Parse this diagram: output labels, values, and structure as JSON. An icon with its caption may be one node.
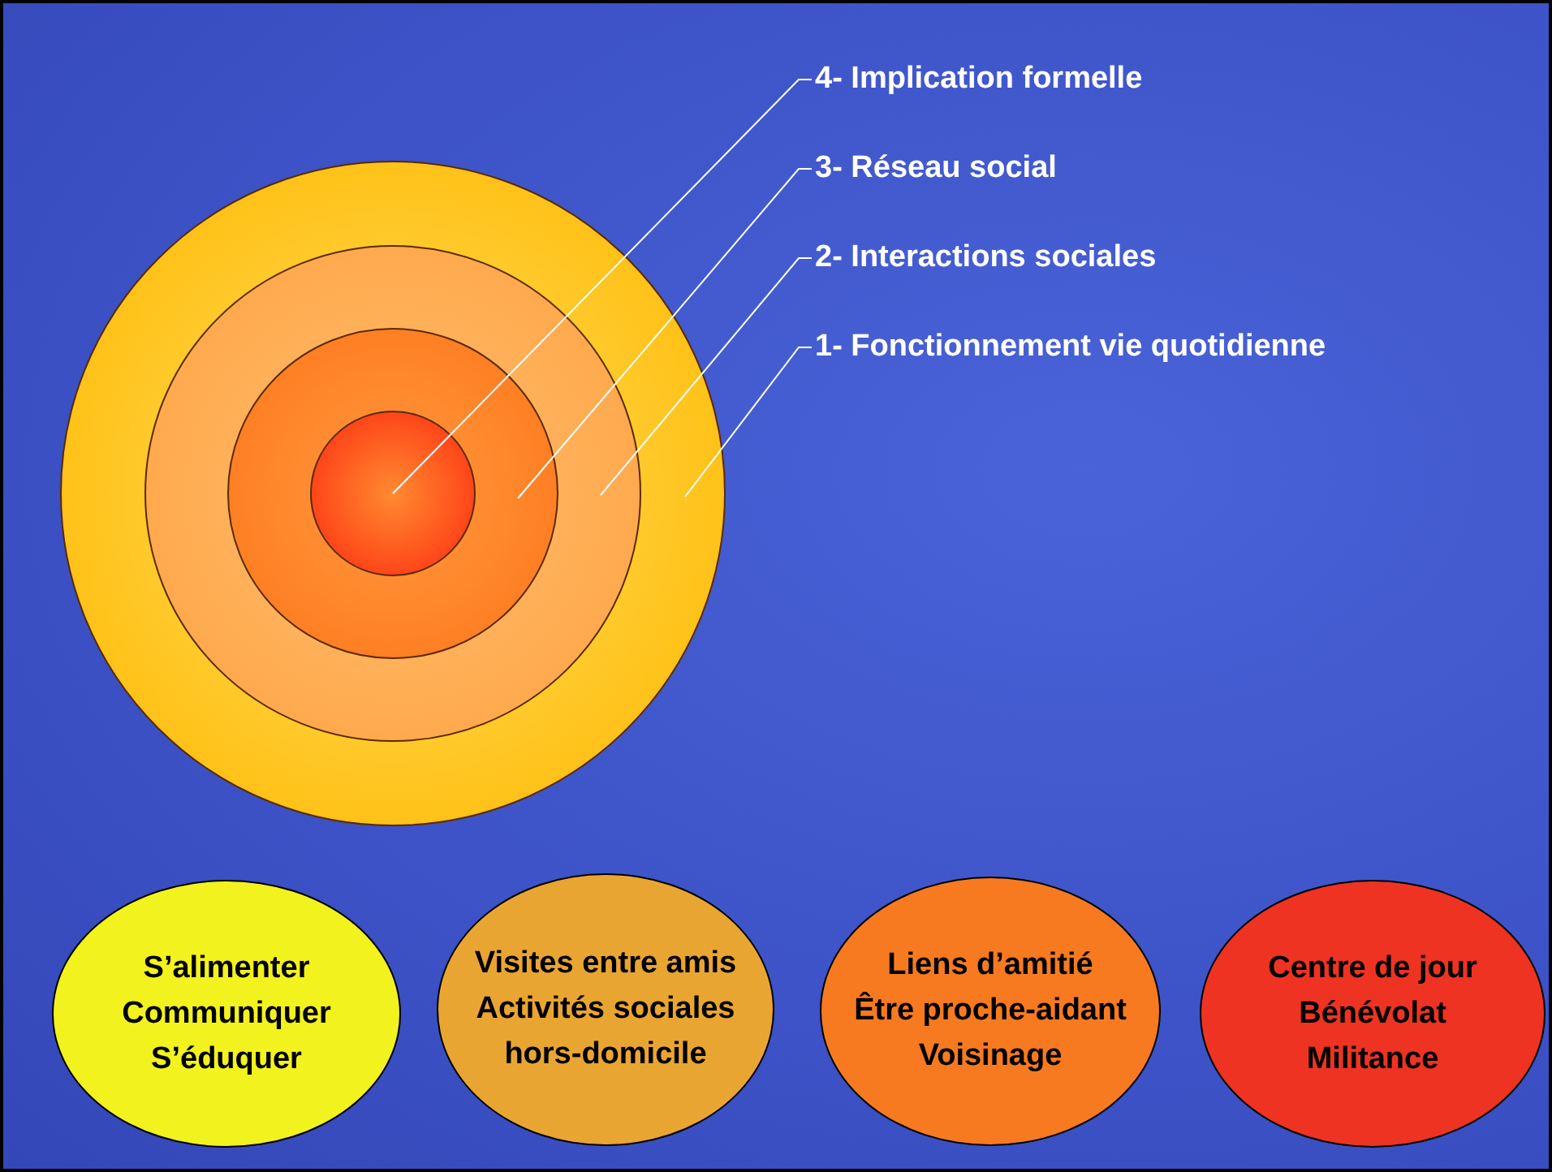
{
  "diagram": {
    "nodes": [
      {
        "text": [],
        "shape": "circle"
      },
      {
        "text": [],
        "shape": "circle",
        "in": 0
      },
      {
        "text": [],
        "shape": "circle",
        "in": 1
      },
      {
        "text": [],
        "shape": "circle",
        "in": 2
      },
      {
        "text": [
          "4- Implication formelle"
        ]
      },
      {
        "text": [
          "3- Réseau social"
        ]
      },
      {
        "text": [
          "2- Interactions sociales"
        ]
      },
      {
        "text": [
          "1- Fonctionnement vie quotidienne"
        ]
      },
      {
        "text": [
          "S’alimenter",
          "Communiquer",
          "S’éduquer"
        ]
      },
      {
        "text": [
          "Visites entre amis",
          "Activités sociales",
          "hors-domicile"
        ]
      },
      {
        "text": [
          "Liens d’amitié",
          "Être proche-aidant",
          "Voisinage"
        ]
      },
      {
        "text": [
          "Centre de jour",
          "Bénévolat",
          "Militance"
        ]
      }
    ],
    "edges": [
      {
        "from": 4,
        "to": 3,
        "arrow": "none"
      },
      {
        "from": 5,
        "to": 2,
        "arrow": "none"
      },
      {
        "from": 6,
        "to": 1,
        "arrow": "none"
      },
      {
        "from": 7,
        "to": 0,
        "arrow": "none"
      }
    ]
  }
}
